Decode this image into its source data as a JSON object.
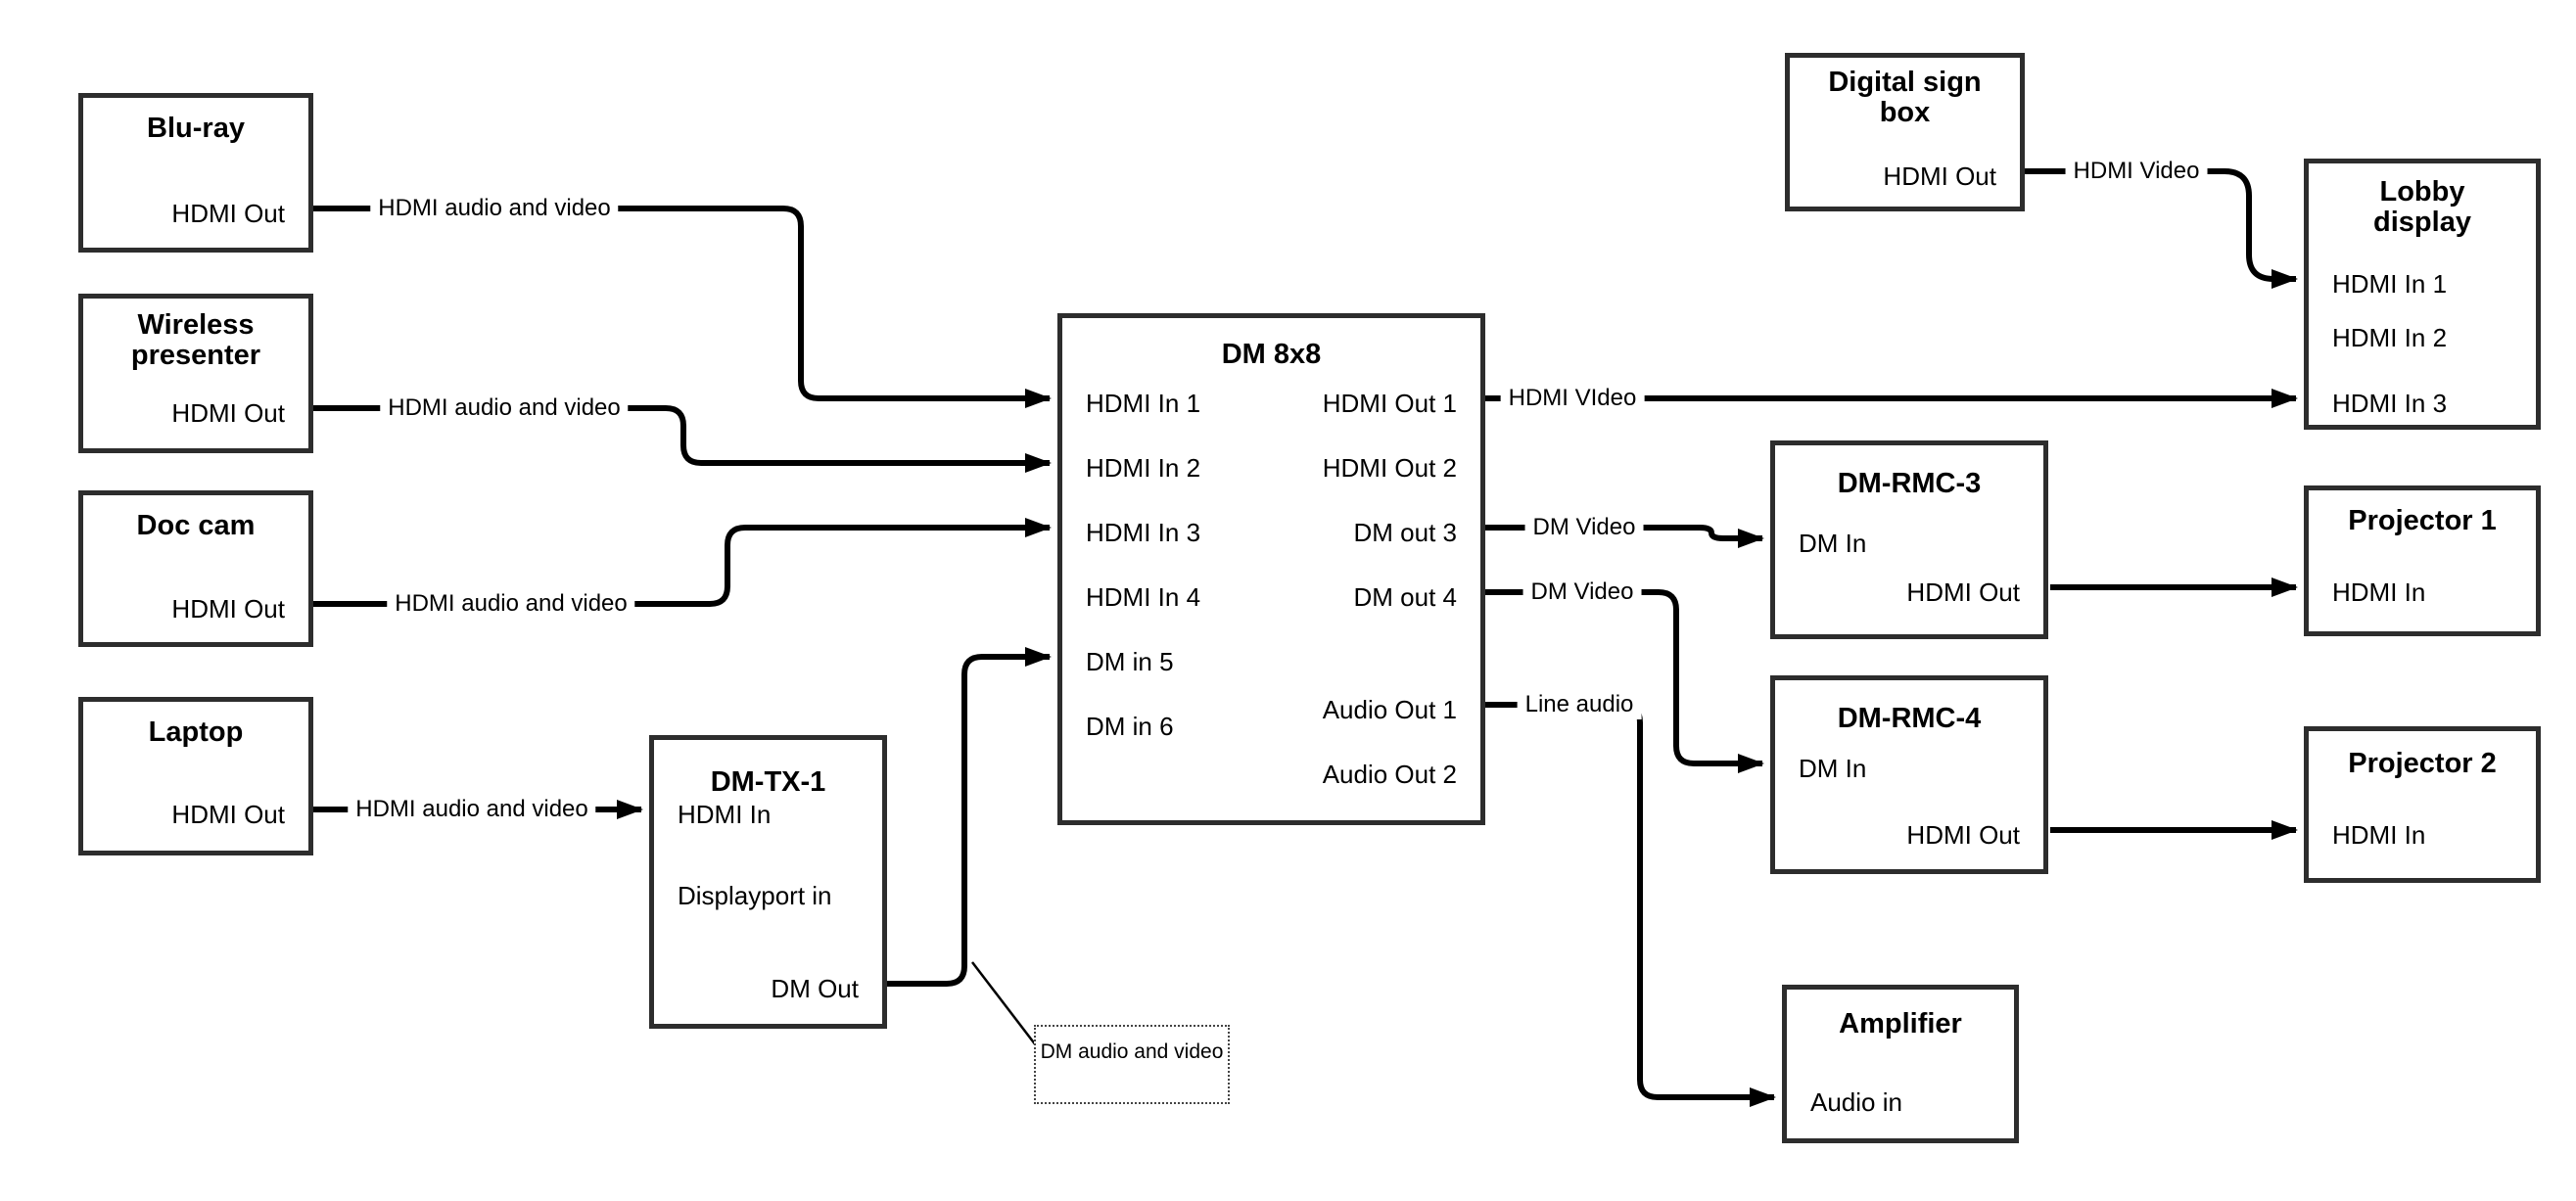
{
  "colors": {
    "line": "#000000",
    "box_border": "#2d2d2d",
    "background": "#ffffff"
  },
  "boxes": {
    "bluray": {
      "title": "Blu-ray",
      "ports": {
        "hdmi_out": "HDMI Out"
      }
    },
    "wireless": {
      "title": "Wireless presenter",
      "ports": {
        "hdmi_out": "HDMI Out"
      }
    },
    "doccam": {
      "title": "Doc cam",
      "ports": {
        "hdmi_out": "HDMI Out"
      }
    },
    "laptop": {
      "title": "Laptop",
      "ports": {
        "hdmi_out": "HDMI Out"
      }
    },
    "dmtx1": {
      "title": "DM-TX-1",
      "ports": {
        "hdmi_in": "HDMI In",
        "displayport_in": "Displayport in",
        "dm_out": "DM Out"
      }
    },
    "dm8x8": {
      "title": "DM 8x8",
      "ports": {
        "in1": "HDMI In 1",
        "in2": "HDMI In 2",
        "in3": "HDMI In 3",
        "in4": "HDMI In 4",
        "in5": "DM in 5",
        "in6": "DM in 6",
        "out1": "HDMI Out 1",
        "out2": "HDMI Out 2",
        "out3": "DM out 3",
        "out4": "DM out 4",
        "aout1": "Audio Out 1",
        "aout2": "Audio Out 2"
      }
    },
    "digital_sign": {
      "title": "Digital sign box",
      "ports": {
        "hdmi_out": "HDMI Out"
      }
    },
    "lobby": {
      "title": "Lobby display",
      "ports": {
        "in1": "HDMI In 1",
        "in2": "HDMI In 2",
        "in3": "HDMI In 3"
      }
    },
    "dmrmc3": {
      "title": "DM-RMC-3",
      "ports": {
        "dm_in": "DM In",
        "hdmi_out": "HDMI Out"
      }
    },
    "proj1": {
      "title": "Projector 1",
      "ports": {
        "hdmi_in": "HDMI In"
      }
    },
    "dmrmc4": {
      "title": "DM-RMC-4",
      "ports": {
        "dm_in": "DM In",
        "hdmi_out": "HDMI Out"
      }
    },
    "proj2": {
      "title": "Projector 2",
      "ports": {
        "hdmi_in": "HDMI In"
      }
    },
    "amplifier": {
      "title": "Amplifier",
      "ports": {
        "audio_in": "Audio in"
      }
    }
  },
  "wires": {
    "bluray_to_dm8x8": {
      "label": "HDMI audio and video"
    },
    "wireless_to_dm8x8": {
      "label": "HDMI audio and video"
    },
    "doccam_to_dm8x8": {
      "label": "HDMI audio and video"
    },
    "laptop_to_dmtx1": {
      "label": "HDMI audio and video"
    },
    "dm8x8_out1_to_lobby": {
      "label": "HDMI VIdeo"
    },
    "dm8x8_out3_to_dmrmc3": {
      "label": "DM Video"
    },
    "dm8x8_out4_to_dmrmc4": {
      "label": "DM Video"
    },
    "dm8x8_aout1_to_amplifier": {
      "label": "Line audio"
    },
    "digitalsign_to_lobby": {
      "label": "HDMI Video"
    }
  },
  "note": {
    "text": "DM audio and video"
  }
}
